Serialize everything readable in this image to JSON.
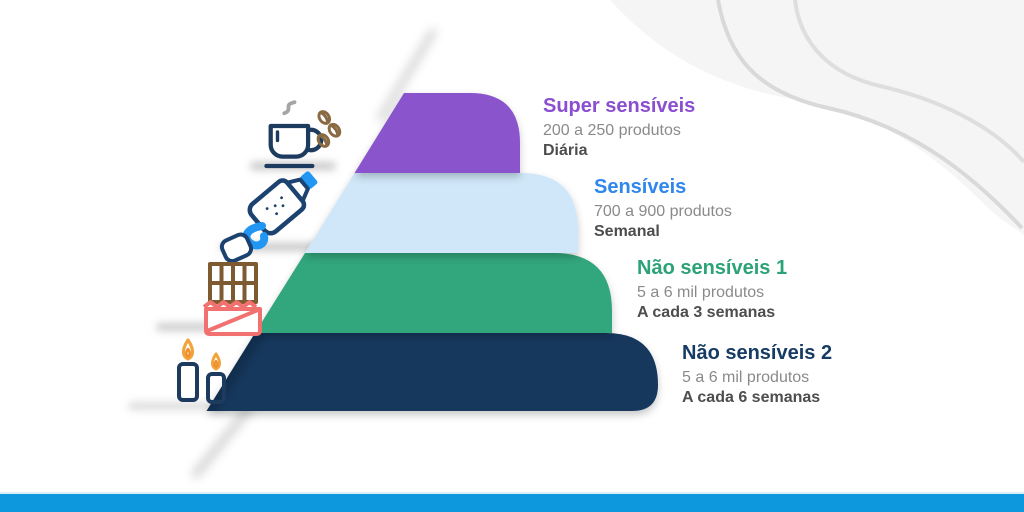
{
  "infographic": {
    "theme": "product-sensitivity-pyramid",
    "decor": {
      "wave_fill_color": "#f5f5f6",
      "wave_line_color": "#dcdcdc",
      "bottom_bar_color": "#0d97dc"
    },
    "pyramid": {
      "levels": [
        {
          "title": "Super sensíveis",
          "products": "200 a 250 produtos",
          "frequency": "Diária",
          "band_color": "#8a55cc",
          "title_color": "#8a4fd0",
          "icon": "coffee-cup-and-beans"
        },
        {
          "title": "Sensíveis",
          "products": "700 a 900 produtos",
          "frequency": "Semanal",
          "band_color": "#cfe7f8",
          "title_color": "#2f86ec",
          "icon": "water-bottle"
        },
        {
          "title": "Não sensíveis 1",
          "products": "5 a 6 mil produtos",
          "frequency": "A cada 3 semanas",
          "band_color": "#31a67c",
          "title_color": "#2ba376",
          "icon": "chocolate-bar"
        },
        {
          "title": "Não sensíveis 2",
          "products": "5 a 6 mil produtos",
          "frequency": "A cada 6 semanas",
          "band_color": "#16395c",
          "title_color": "#173c63",
          "icon": "candles"
        }
      ]
    }
  }
}
